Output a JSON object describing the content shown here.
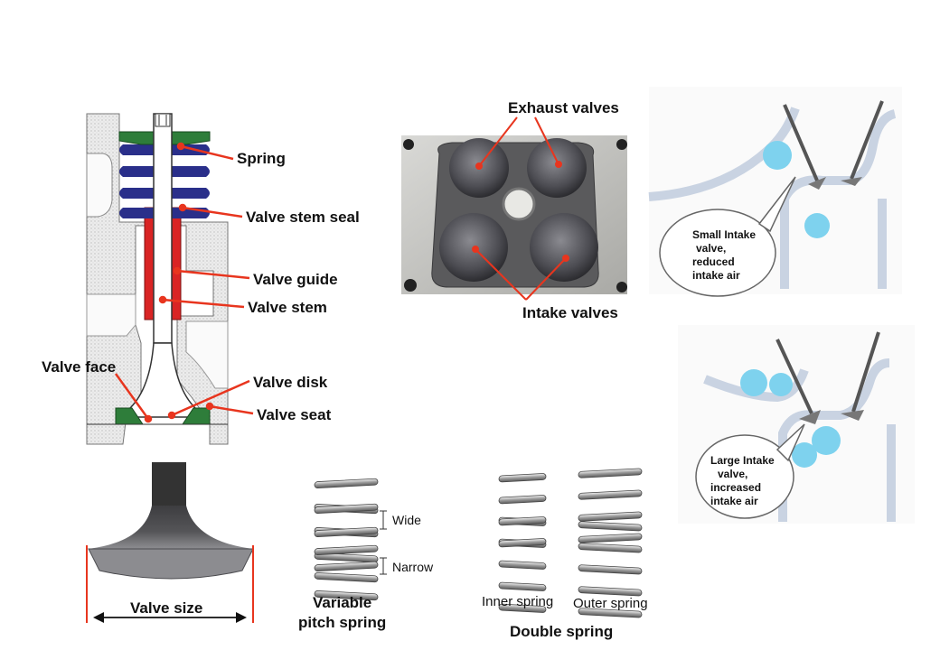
{
  "valve_cutaway": {
    "labels": {
      "spring": "Spring",
      "valve_stem_seal": "Valve stem seal",
      "valve_guide": "Valve guide",
      "valve_stem": "Valve stem",
      "valve_face": "Valve face",
      "valve_disk": "Valve disk",
      "valve_seat": "Valve seat"
    }
  },
  "cylinder_head": {
    "exhaust_label": "Exhaust valves",
    "intake_label": "Intake valves"
  },
  "intake_illustrations": {
    "small": {
      "line1": "Small Intake",
      "line2": "valve,",
      "line3": "reduced",
      "line4": "intake air"
    },
    "large": {
      "line1": "Large Intake",
      "line2": "valve,",
      "line3": "increased",
      "line4": "intake air"
    }
  },
  "valve_photo": {
    "size_label": "Valve size"
  },
  "variable_spring": {
    "wide_label": "Wide",
    "narrow_label": "Narrow",
    "caption_line1": "Variable",
    "caption_line2": "pitch spring"
  },
  "double_spring": {
    "inner_label": "Inner spring",
    "outer_label": "Outer spring",
    "caption": "Double spring"
  },
  "colors": {
    "pointer": "#e8351e",
    "guide_red": "#d92424",
    "spring_blue": "#2a2f8a",
    "seal_green": "#2e7d3a",
    "photo_gray": "#6e6e6e"
  }
}
